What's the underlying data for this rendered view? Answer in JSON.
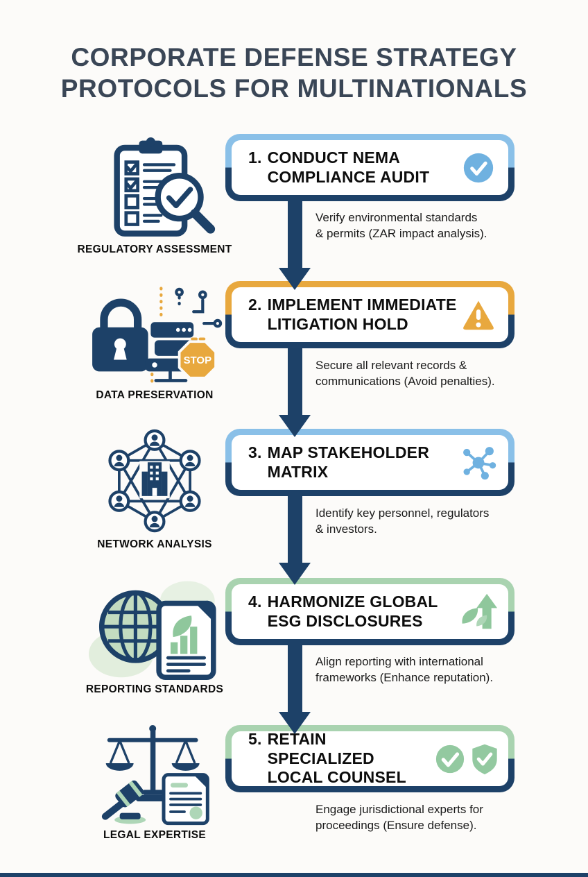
{
  "page": {
    "title_line1": "CORPORATE DEFENSE STRATEGY",
    "title_line2": "PROTOCOLS FOR MULTINATIONALS",
    "title_color": "#3a4656",
    "background": "#fcfbf9",
    "bottom_bar_color": "#1d4168"
  },
  "colors": {
    "navy": "#1d4168",
    "blue_accent": "#8ac0e8",
    "blue_badge": "#6fb1e0",
    "orange_accent": "#e8a83e",
    "green_accent": "#a9d3b0",
    "green_badge": "#93c9a0",
    "body_text": "#1a1a1a"
  },
  "steps": [
    {
      "number": "1.",
      "title_lines": [
        "CONDUCT NEMA",
        "COMPLIANCE AUDIT"
      ],
      "description_lines": [
        "Verify environmental standards",
        "& permits (ZAR impact analysis)."
      ],
      "accent": "#8ac0e8",
      "badge_icon": "check-circle-icon",
      "side_icon": "clipboard-audit-icon",
      "side_label": "REGULATORY ASSESSMENT"
    },
    {
      "number": "2.",
      "title_lines": [
        "IMPLEMENT IMMEDIATE",
        "LITIGATION HOLD"
      ],
      "description_lines": [
        "Secure all relevant records &",
        "communications (Avoid penalties)."
      ],
      "accent": "#e8a83e",
      "badge_icon": "warning-triangle-icon",
      "side_icon": "data-preservation-icon",
      "side_label": "DATA PRESERVATION"
    },
    {
      "number": "3.",
      "title_lines": [
        "MAP STAKEHOLDER",
        "MATRIX"
      ],
      "description_lines": [
        "Identify key personnel, regulators",
        "& investors."
      ],
      "accent": "#8ac0e8",
      "badge_icon": "network-molecule-icon",
      "side_icon": "network-analysis-icon",
      "side_label": "NETWORK ANALYSIS"
    },
    {
      "number": "4.",
      "title_lines": [
        "HARMONIZE GLOBAL",
        "ESG DISCLOSURES"
      ],
      "description_lines": [
        "Align reporting with international",
        "frameworks (Enhance reputation)."
      ],
      "accent": "#a9d3b0",
      "badge_icon": "leaf-growth-arrow-icon",
      "side_icon": "reporting-standards-icon",
      "side_label": "REPORTING STANDARDS"
    },
    {
      "number": "5.",
      "title_lines": [
        "RETAIN SPECIALIZED",
        "LOCAL COUNSEL"
      ],
      "description_lines": [
        "Engage jurisdictional experts for",
        "proceedings (Ensure defense)."
      ],
      "accent": "#a9d3b0",
      "badge_icon": "verified-shield-icon",
      "side_icon": "legal-expertise-icon",
      "side_label": "LEGAL EXPERTISE"
    }
  ]
}
